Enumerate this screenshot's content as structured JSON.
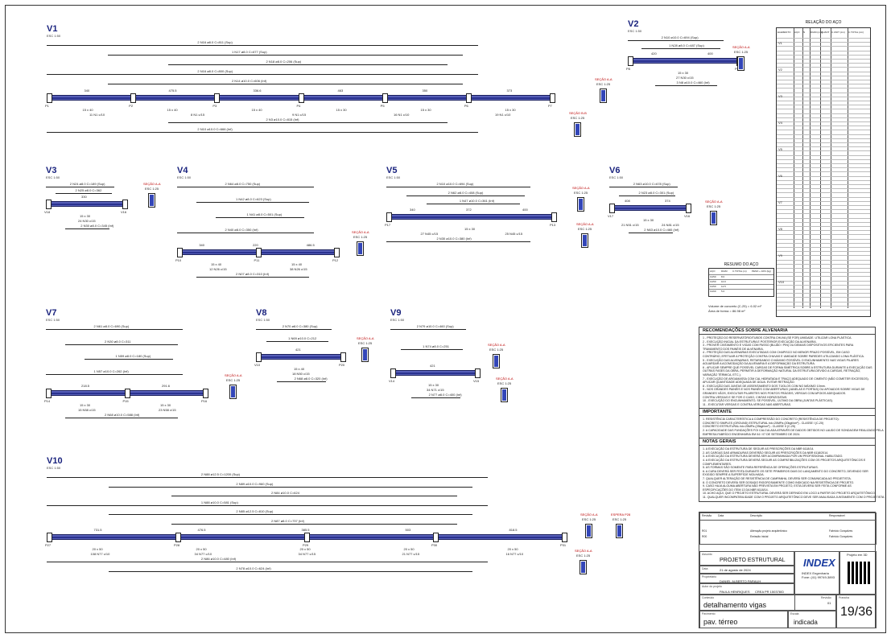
{
  "beams": [
    {
      "id": "V1",
      "scale": "ESC 1:50",
      "bars": [
        "2 N16 ø8.0 C=811 (Sup)",
        "1 N17 ø8.0 C=677 (Sup)",
        "2 N18 ø8.0 C=206 (Sup)",
        "2 N16 ø8.0 C=800 (Sup)",
        "2 N14 ø10.0 C=606 (Inf)",
        "2 N3 ø10.0 C=815 (Inf)",
        "2 N10 ø10.0 C=666 (Inf)"
      ],
      "dims": [
        "340",
        "475.5",
        "336.6",
        "463",
        "350",
        "373"
      ],
      "sections": [
        "15 x 40",
        "15 x 40",
        "15 x 40",
        "15 x 30",
        "15 x 30",
        "15 x 30"
      ],
      "stirrups": [
        "11 N1 c/10",
        "8 N1 c/15",
        "9 N1 c/15",
        "16 N1 c/10",
        "19 N1 c/10"
      ],
      "supports": [
        "P1",
        "P2",
        "P3",
        "P4",
        "P5",
        "P6",
        "P7"
      ]
    },
    {
      "id": "V2",
      "scale": "ESC 1:50",
      "bars": [
        "2 N10 ø10.0 C=694 (Sup)",
        "1 N28 ø8.0 C=487 (Sup)",
        "3 N8 ø10.0 C=460 (Inf)"
      ],
      "dims": [
        "420",
        "400"
      ],
      "sections": [
        "15 x 30"
      ],
      "stirrups": [
        "27 N30 c/15"
      ],
      "supports": [
        "P8",
        "P9"
      ]
    },
    {
      "id": "V3",
      "scale": "ESC 1:50",
      "bars": [
        "2 N24 ø8.0 C=189 (Sup)",
        "2 N25 ø8.0 C=362",
        "2 N30 ø8.0 C=345 (Inf)"
      ],
      "dims": [
        "330"
      ],
      "sections": [
        "15 x 30"
      ],
      "stirrups": [
        "24 N30 c/15"
      ],
      "supports": [
        "V18",
        "V16"
      ]
    },
    {
      "id": "V4",
      "scale": "ESC 1:50",
      "bars": [
        "2 N64 ø8.0 C=750 (Sup)",
        "1 N42 ø8.0 C=623 (Sup)",
        "1 N41 ø8.0 C=501 (Sup)",
        "2 N40 ø8.0 C=350 (Inf)",
        "2 N07 ø8.0 C=310 (Inf)"
      ],
      "dims": [
        "340",
        "220",
        "486.5"
      ],
      "sections": [
        "15 x 40",
        "15 x 40"
      ],
      "stirrups": [
        "12 N26 c/15",
        "38 N26 c/15"
      ],
      "supports": [
        "P10",
        "P11",
        "P12"
      ]
    },
    {
      "id": "V5",
      "scale": "ESC 1:50",
      "bars": [
        "2 N10 ø10.0 C=694 (Sup)",
        "2 N62 ø8.0 C=408 (Sup)",
        "1 N47 ø10.0 C=361 (Inf)",
        "2 N30 ø10.0 C=380 (Inf)"
      ],
      "dims": [
        "340",
        "372",
        "400"
      ],
      "sections": [
        "15 x 30"
      ],
      "stirrups": [
        "27 N45 c/15",
        "25 N45 c/15"
      ],
      "supports": [
        "P17",
        "P13"
      ]
    },
    {
      "id": "V6",
      "scale": "ESC 1:50",
      "bars": [
        "2 N63 ø10.0 C=678 (Sup)",
        "2 N23 ø8.0 C=301 (Sup)",
        "2 N63 ø10.0 C=460 (Inf)"
      ],
      "dims": [
        "408",
        "374"
      ],
      "sections": [
        "15 x 30"
      ],
      "stirrups": [
        "21 N51 c/15",
        "24 N81 c/15"
      ],
      "supports": [
        "V17",
        "V16"
      ]
    },
    {
      "id": "V7",
      "scale": "ESC 1:50",
      "bars": [
        "2 N61 ø8.0 C=690 (Sup)",
        "2 N30 ø8.0 C=311",
        "1 N59 ø8.0 C=180 (Sup)",
        "1 N57 ø10.0 C=262 (Inf)",
        "2 N68 ø10.0 C=588 (Inf)"
      ],
      "dims": [
        "218.5",
        "291.6"
      ],
      "sections": [
        "15 x 30",
        "15 x 30"
      ],
      "stirrups": [
        "15 N58 c/15",
        "23 N58 c/15"
      ],
      "supports": [
        "P14",
        "P15",
        "P16"
      ]
    },
    {
      "id": "V8",
      "scale": "ESC 1:50",
      "bars": [
        "2 N70 ø8.0 C=380 (Sup)",
        "1 N69 ø10.0 C=212",
        "2 N68 ø8.0 C=320 (Inf)"
      ],
      "dims": [
        "421"
      ],
      "sections": [
        "15 x 40"
      ],
      "stirrups": [
        "18 N50 c/15"
      ],
      "supports": [
        "V10",
        "P20"
      ]
    },
    {
      "id": "V9",
      "scale": "ESC 1:50",
      "bars": [
        "2 N79 ø10.0 C=460 (Sup)",
        "1 N74 ø8.0 C=251",
        "2 N77 ø8.0 C=400 (Inf)"
      ],
      "dims": [
        "421"
      ],
      "sections": [
        "15 x 30"
      ],
      "stirrups": [
        "34 N71 c/15"
      ],
      "supports": [
        "V14",
        "V15"
      ]
    },
    {
      "id": "V10",
      "scale": "ESC 1:50",
      "bars": [
        "2 N88 ø12.5 C=1200 (Sup)",
        "2 N89 ø10.0 C=960 (Sup)",
        "2 N84 ø10.0 C=624",
        "1 N88 ø10.0 C=581 (Sup)",
        "2 N85 ø12.5 C=810 (Sup)",
        "2 N87 ø8.0 C=737 (Inf)",
        "2 N86 ø10.0 C=480 (Inf)",
        "2 N78 ø10.0 C=624 (Inf)"
      ],
      "dims": [
        "731.5",
        "476.5",
        "385.5",
        "503",
        "818.5"
      ],
      "sections": [
        "20 x 50",
        "20 x 50",
        "20 x 50",
        "20 x 50",
        "20 x 50"
      ],
      "stirrups": [
        "108 N77 c/10",
        "34 N77 c/10",
        "34 N77 c/15",
        "21 N77 c/15",
        "16 N77 c/10"
      ],
      "supports": [
        "P27",
        "P28",
        "P29",
        "P30",
        "P31"
      ]
    }
  ],
  "section_label": "SEÇÃO A-A",
  "section_scale": "ESC 1:25",
  "section_b_label": "SEÇÃO B-B",
  "esperam_label": "ESPERA P28",
  "relacao_title": "RELAÇÃO DO AÇO",
  "relacao_headers": [
    "ELEMENTO",
    "AÇO",
    "N",
    "DIAM (mm)",
    "QUANT",
    "C.UNIT (cm)",
    "C.TOTAL (cm)"
  ],
  "relacao_groups": [
    "V1",
    "V2",
    "V3",
    "V4",
    "V5",
    "V6",
    "V7",
    "V8",
    "V9",
    "V10"
  ],
  "resumo_title": "RESUMO DO AÇO",
  "resumo_headers": [
    "AÇO",
    "DIAM",
    "C.TOTAL (m)",
    "PESO + 10% (kg)"
  ],
  "resumo_rows": [
    [
      "CA50",
      "8.0",
      "",
      ""
    ],
    [
      "CA50",
      "10.0",
      "",
      ""
    ],
    [
      "CA50",
      "12.5",
      "",
      ""
    ],
    [
      "CA60",
      "5.0",
      "",
      ""
    ]
  ],
  "resumo_foot": [
    "Volume de concreto (C-25) = 6.02 m³",
    "Área de forma = 86.98 m²"
  ],
  "notes_title": "RECOMENDAÇÕES SOBRE ALVENARIA",
  "notes_lines": [
    "1 - PROTEÇÃO DO RESERVATÓRIO/TUBOS CONTRA CHUVA (SE FOR) UMIDADE. UTILIZAR LONA PLÁSTICA.",
    "2 - EXECUÇÃO INICIAL DA ESTRUTURA E POSTERIOR EXECUÇÃO DA ALVENARIA.",
    "3 - PROVER CINTAMENTO E VIGAS COM PASSO (BUJÃO / PIN) OU DEMAIS DISPOSITIVOS EFICIENTES PARA",
    "TRAVAMENTO DOS PAINÉIS DE ALVENARIA.",
    "4 - PROTEÇÃO DAS ALVENARIAS EXECUTADAS COM CHAPISCO NO MENOR PRAZO POSSÍVEL, EM CASO",
    "CONTRÁRIO, EFETUAR A PROTEÇÃO CONTRA CHUVAS E UMIDADE SOBRE PAREDES UTILIZANDO LONA PLÁSTICA.",
    "5 - EXECUÇÃO DAS ALVENARIAS, RETARDANDO O MÁXIMO POSSÍVEL O ENCUNHAMENTO NAS VIGAS PILARES",
    "AGUARDAR A ACOMODAÇÃO DA ALVENARIA E A DEFORMAÇÃO DA ESTRUTURA.",
    "6 - APLICAR SEMPRE QUE POSSÍVEL CARGAS DE FORMA SIMÉTRICA SOBRE A ESTRUTURA DURANTE A EXECUÇÃO DAS",
    "OUTRAS FASES DA OBRA, PERMITIR A DEFORMAÇÃO NATURAL DA ESTRUTURA DEVIDO A CARGAS, RETRAÇÃO,",
    "VARIAÇÃO TÉRMICA, ETC.).",
    "7 - EXECUÇÃO DE ARGAMASSA COM CAL HIDRATADA E TRAÇO ADEQUADO DE CIMENTO (NÃO COMETER EXCESSOS).",
    "APLICAR QUANTIDADE ADEQUADA DE ÁGUA. EVITAR RETRAÇÃO.",
    "8 - EXECUÇÃO DAS JUNTAS DE ASSENTAMENTO DOS TIJOLOS COM NO MÁXIMO 10mm.",
    "9 - NOS GRANDES PAINÉIS E NOS PAINÉIS COM ABERTURAS (JANELAS E PORTAS) OU APOIADOS SOBRE VIGAS DE",
    "GRANDES VÃOS, EXECUTAR PILARETES NOS PONTOS FRÁGEIS, VERGAS COM APOIOS ADEQUADOS.",
    "CONTRA-VERGAS E SE FOR O CASO, CINTAS HORIZONTAIS.",
    "10 - EXECUÇÃO DO ENCUNHAMENTO, SE POSSÍVEL, ÚLTIMO DA OBRA (JUNTAS PLÁSTICAS).",
    "11 - EXECUTAR VERGAS E CONTRA-VERGAS NAS ABERTURAS."
  ],
  "important_title": "IMPORTANTE",
  "important_lines": [
    "1. RESISTÊNCIA CARACTERÍSTICA A COMPRESSÃO DO CONCRETO (RESISTÊNCIA DE PROJETO):",
    "CONCRETO SIMPLES (GROUND) ESTRUTURAL                    fck=20MPa (20kgf/cm²) - CLASSE I (C-20)",
    "CONCRETO ESTRUTURAL                                    fck=25MPa (25kgf/cm²) - CLASSE II (C-25)",
    "2. A CAPACIDADE DAS FUNDAÇÕES FOI CALCULADA ATRAVÉS DE DADOS OBTIDOS NO LAUDO DE SONDAGEM REALIZADO PELA",
    "EMPRESA FABRÍCIO ENGENHARIA EM 04 / 07 DE SETEMBRO DE 2024."
  ],
  "gerais_title": "NOTAS GERAIS",
  "gerais_lines": [
    "1. A EXECUÇÃO DA ESTRUTURA DE SEGUIR AS PRESCRIÇÕES DA NBR 6118/14.",
    "2. AS CARGAS DAS ARMADURAS DEVERÃO SEGUIR AS PRESCRIÇÕES DA NBR 6118/2014.",
    "3. A EXECUÇÃO DA ESTRUTURA DEVERÁ SER ACOMPANHADA POR UM PROFISSIONAL HABILITADO.",
    "4. A EXECUÇÃO DA ESTRUTURA DEVERÁ SEGUIR AS COMPATIBILIZAÇÕES COM OS PROJETOS ARQUITETÔNICOS E",
    "COMPLEMENTARES.",
    "5. AS FORMAS SÃO SOMENTE PARA REFERÊNCIA DE OPERAÇÕES ESTRUTURAIS.",
    "6. A CURA DEVERÁ SER FEITA DURANTE OS SETE PRIMEIROS DIAS DO LANÇAMENTO DO CONCRETO, DEVENDO SER",
    "EXIGIDO SEMPRE A SUPERFÍCIE MOLHADA.",
    "7. QUALQUER ALTERAÇÃO DE RESISTÊNCIA DE CAMPANHA, DEVERÁ SER COMUNICADA AO PROJETISTA.",
    "8. O CONCRETO DEVERÁ SER DOSADO RIGOROSAMENTE COMO INDICADO NA RESISTÊNCIA DE PROJETO.",
    "9. CASO HAJA ALGUMA ABERTURA NÃO PREVISTA EM PROJETO, ESTA DEVERÁ SER FEITA CONFORME AS",
    "ESPECIFICAÇÕES DO ITEM 13 DA NBR 6118/14.",
    "10. ACHO AQUI, QUE O PROJETO ESTRUTURAL DEVERÁ SER DEFINIDO EM LOCO A PARTIR DO PROJETO ARQUITETÔNICO.",
    "11. QUALQUER INCOMPATIBILIDADE COM O PROJETO ARQUITETÔNICO DEVE SER ANALISADA JUNTAMENTE COM O PROJETISTA."
  ],
  "revision_headers": [
    "Revisão",
    "Data",
    "Descrição",
    "Responsável"
  ],
  "revisions": [
    [
      "R01",
      "",
      "Alteração projeto arquitetônico",
      "Fabrício Gonçalves"
    ],
    [
      "R00",
      "",
      "Emissão inicial",
      "Fabrício Gonçalves"
    ]
  ],
  "stamp": {
    "assunto_label": "Assunto",
    "assunto": "PROJETO ESTRUTURAL",
    "data_label": "Data",
    "data": "21 de agosto de 2024",
    "proprietario_label": "Proprietário",
    "proprietario": "DANIEL ALBERTO PARAUH",
    "autor_label": "Autor do projeto",
    "autor": "PAULA HENRIQUES",
    "crea": "CREA PR 150378/D",
    "conteudo_label": "Conteúdo",
    "conteudo": "detalhamento vigas",
    "pavimento_label": "Pavimento",
    "pavimento": "pav. térreo",
    "escala_label": "Escala",
    "escala": "indicada",
    "prancha_label": "Prancha",
    "prancha": "19/36",
    "revisao_label": "Revisão",
    "revisao": "01",
    "logo": "INDEX",
    "logo_sub": "INDEX Engenharia\nFone: (41) 99749-3893",
    "qr_label": "Projeto em 3D"
  }
}
